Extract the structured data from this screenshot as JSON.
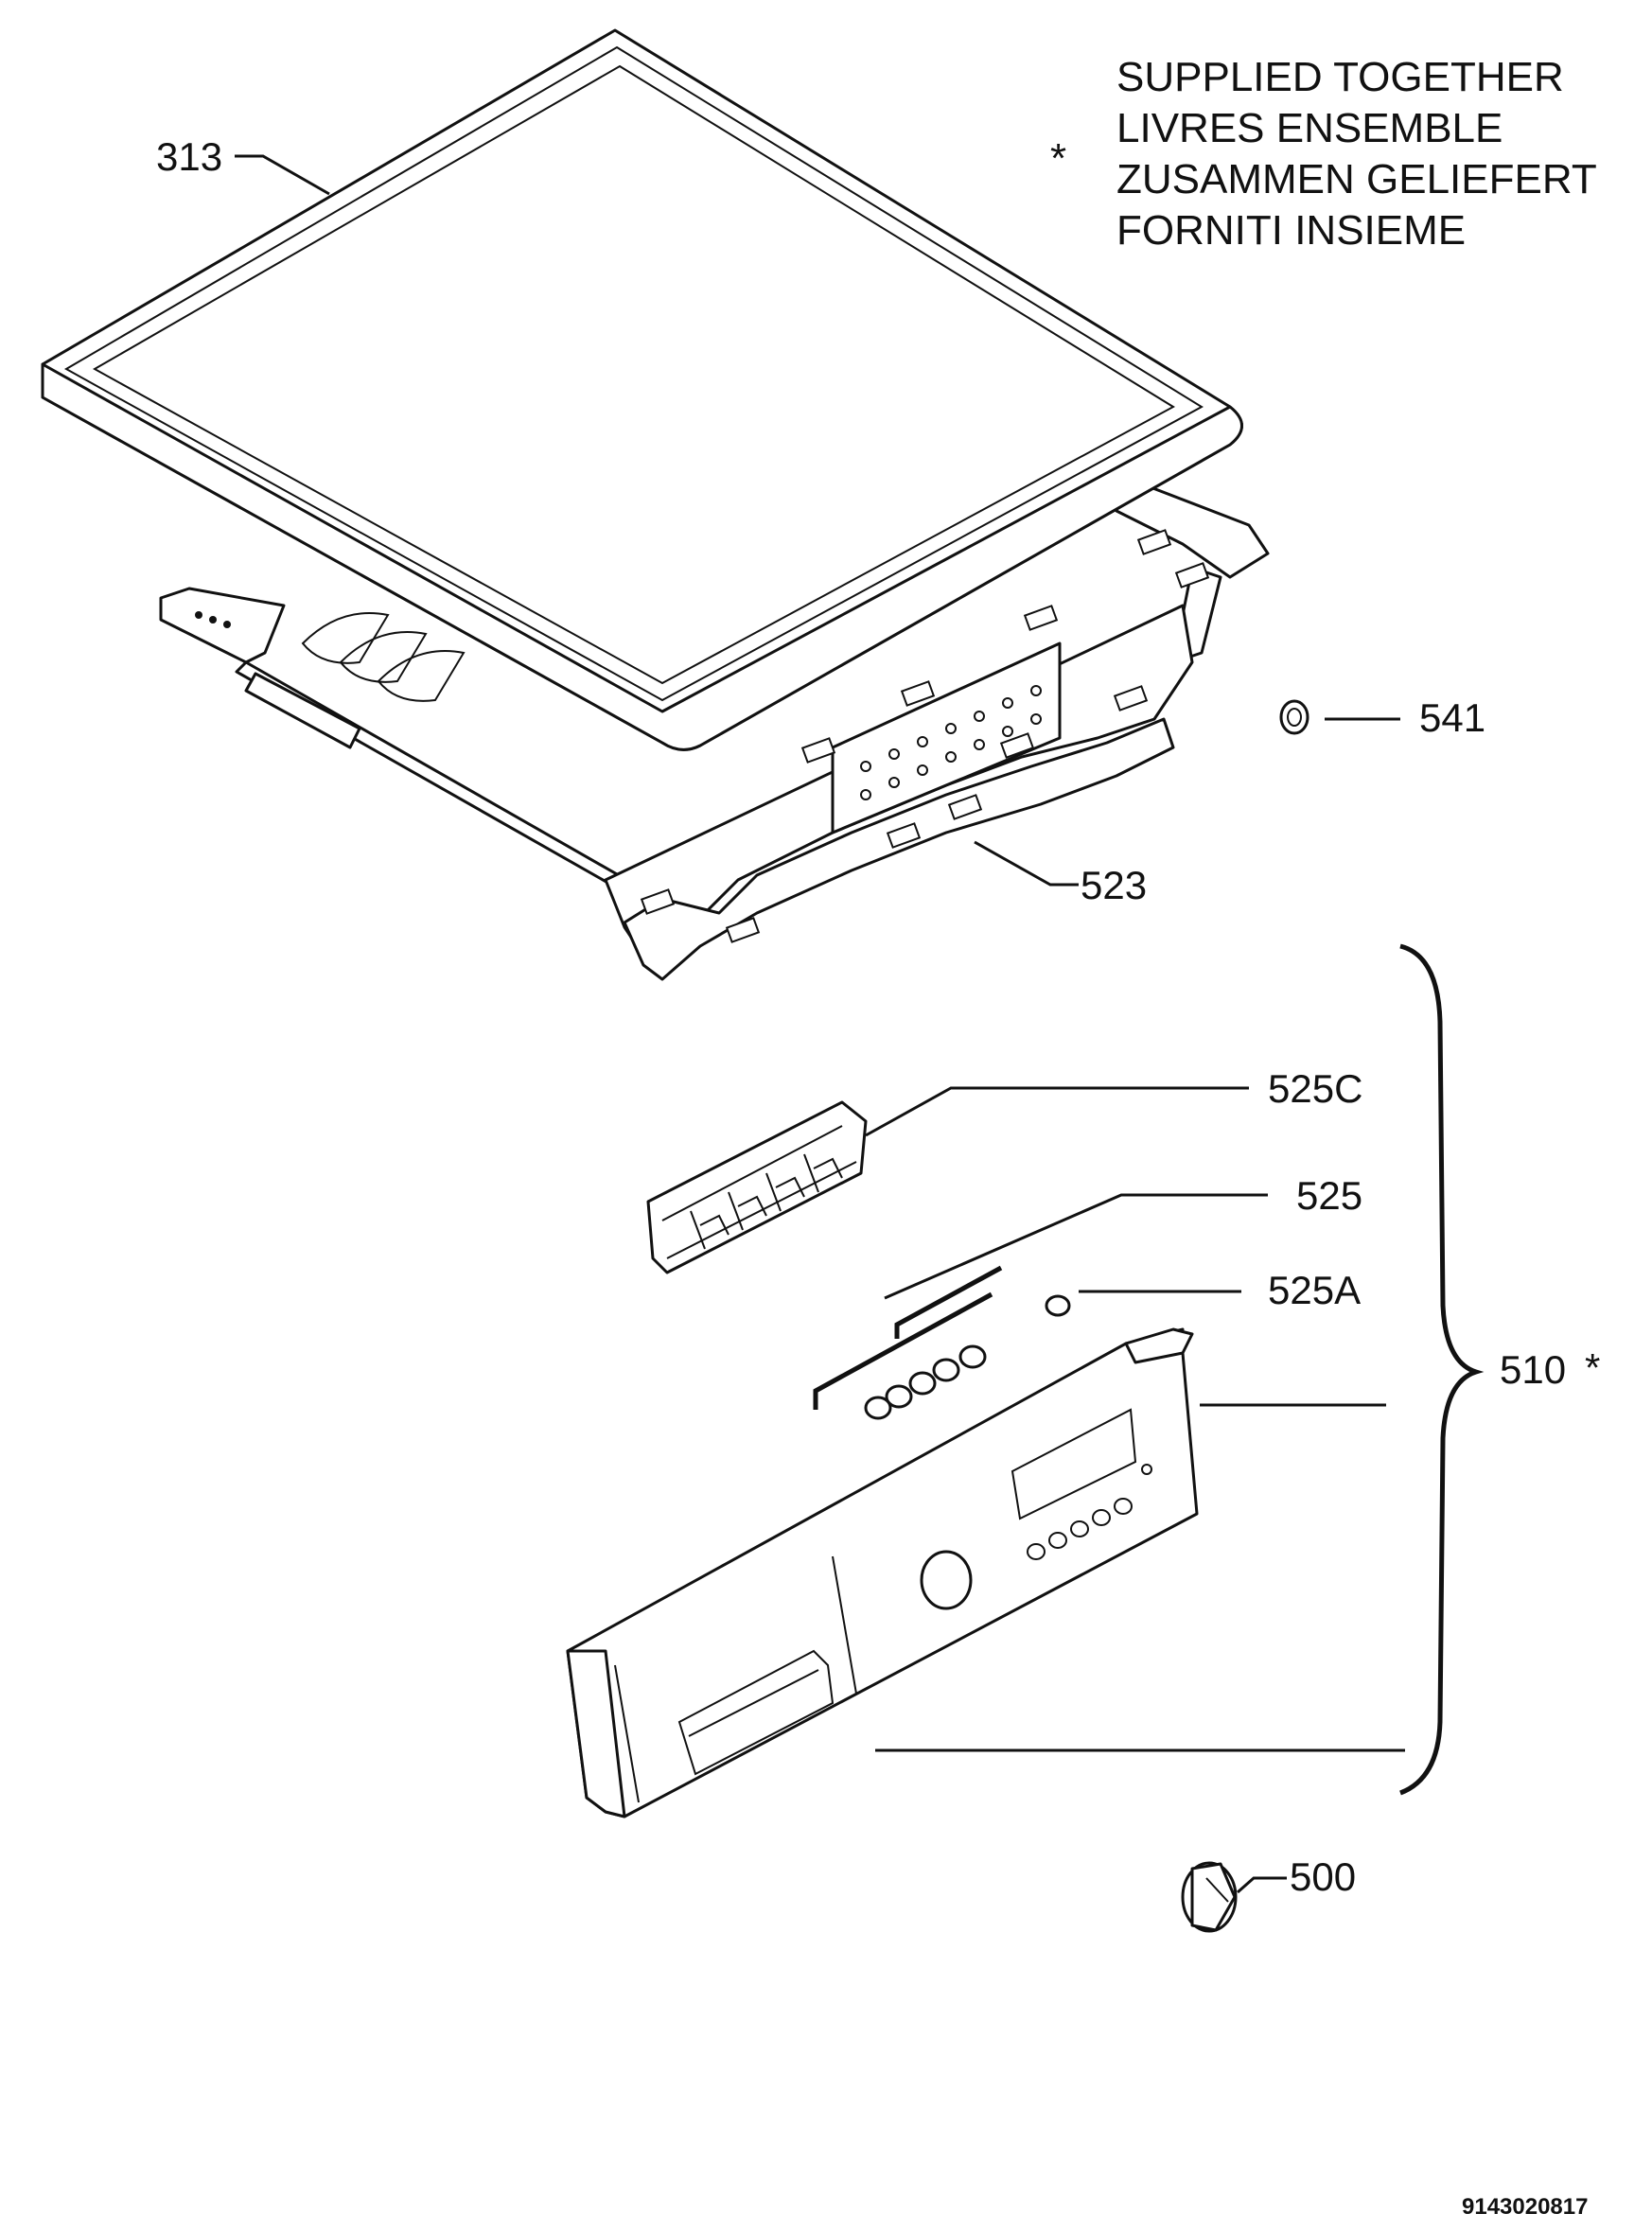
{
  "note": {
    "marker": "*",
    "lines": [
      "SUPPLIED TOGETHER",
      "LIVRES ENSEMBLE",
      "ZUSAMMEN GELIEFERT",
      "FORNITI INSIEME"
    ]
  },
  "labels": {
    "p313": "313",
    "p541": "541",
    "p523": "523",
    "p525c": "525C",
    "p525": "525",
    "p525a": "525A",
    "p510": "510",
    "p510_marker": "*",
    "p500": "500"
  },
  "document_number": "9143020817"
}
